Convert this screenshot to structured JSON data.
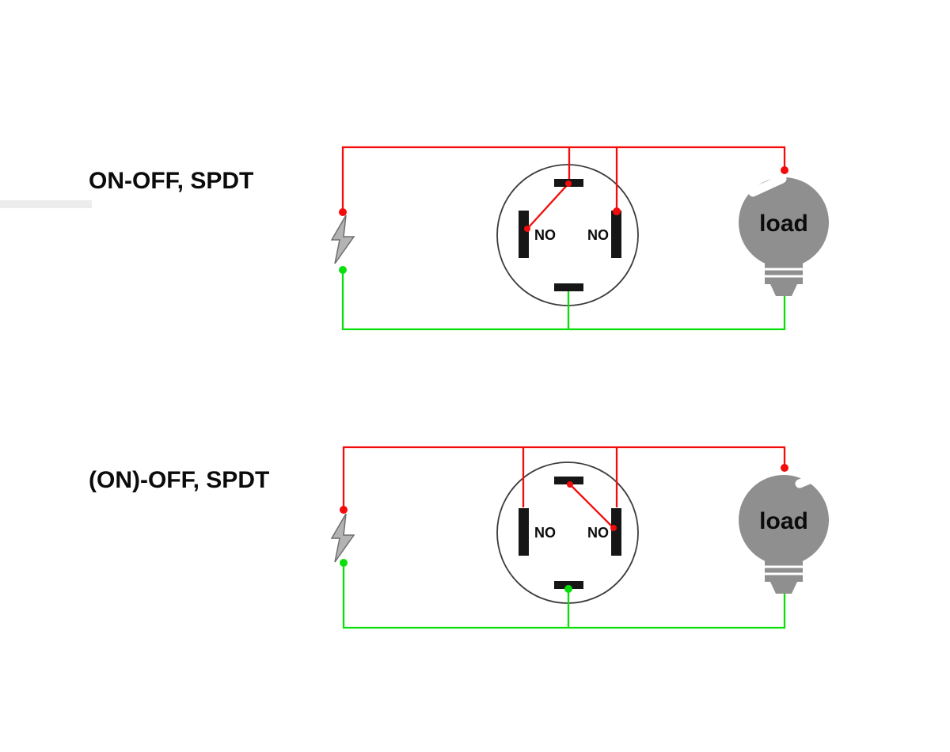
{
  "colors": {
    "page_bg": "#ffffff",
    "wire_red": "#f40b0b",
    "wire_green": "#0bdf0b",
    "terminal_black": "#161616",
    "outline_black": "#3c3c3c",
    "bulb_gray": "#8f8f8f",
    "bolt_fill": "#b3b3b3",
    "bolt_outline": "#6e6e6e",
    "text_black": "#0b0b0b"
  },
  "icons": {
    "power_source": "lightning-bolt-icon",
    "load_device": "light-bulb-icon"
  },
  "diagrams": [
    {
      "title": "ON-OFF, SPDT",
      "switch": {
        "left_terminal_label": "NO",
        "right_terminal_label": "NO"
      },
      "load": {
        "label": "load"
      }
    },
    {
      "title": "(ON)-OFF, SPDT",
      "switch": {
        "left_terminal_label": "NO",
        "right_terminal_label": "NO"
      },
      "load": {
        "label": "load"
      }
    }
  ]
}
